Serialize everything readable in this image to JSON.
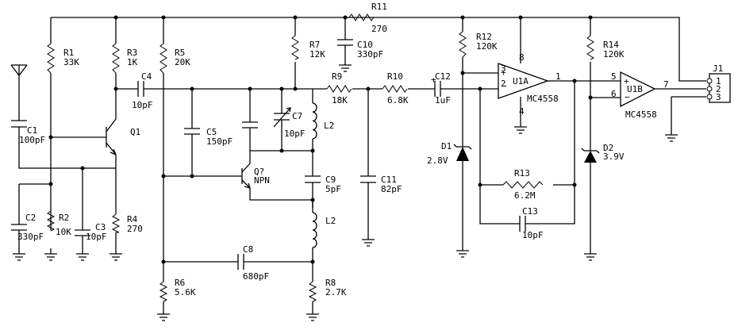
{
  "components": {
    "R11": {
      "ref": "R11",
      "value": "270"
    },
    "R1": {
      "ref": "R1",
      "value": "33K"
    },
    "R3": {
      "ref": "R3",
      "value": "1K"
    },
    "R5": {
      "ref": "R5",
      "value": "20K"
    },
    "R7": {
      "ref": "R7",
      "value": "12K"
    },
    "C10": {
      "ref": "C10",
      "value": "330pF"
    },
    "R12": {
      "ref": "R12",
      "value": "120K"
    },
    "R14": {
      "ref": "R14",
      "value": "120K"
    },
    "C4": {
      "ref": "C4",
      "value": "10pF"
    },
    "R9": {
      "ref": "R9",
      "value": "18K"
    },
    "R10": {
      "ref": "R10",
      "value": "6.8K"
    },
    "C12": {
      "ref": "C12",
      "value": "1uF"
    },
    "C1": {
      "ref": "C1",
      "value": "100pF"
    },
    "Q1": {
      "ref": "Q1"
    },
    "C5": {
      "ref": "C5",
      "value": "150pF"
    },
    "C7": {
      "ref": "C7",
      "value": "10pF"
    },
    "L2a": {
      "ref": "L2"
    },
    "L2b": {
      "ref": "L2"
    },
    "Q2": {
      "ref": "Q?",
      "value": "NPN"
    },
    "C9": {
      "ref": "C9",
      "value": "5pF"
    },
    "C11": {
      "ref": "C11",
      "value": "82pF"
    },
    "D1": {
      "ref": "D1",
      "value": "2.8V"
    },
    "D2": {
      "ref": "D2",
      "value": "3.9V"
    },
    "R13": {
      "ref": "R13",
      "value": "6.2M"
    },
    "C13": {
      "ref": "C13",
      "value": "10pF"
    },
    "C2": {
      "ref": "C2",
      "value": "330pF"
    },
    "R2": {
      "ref": "R2",
      "value": "10K"
    },
    "C3": {
      "ref": "C3",
      "value": "10pF"
    },
    "R4": {
      "ref": "R4",
      "value": "270"
    },
    "C8": {
      "ref": "C8",
      "value": "680pF"
    },
    "R6": {
      "ref": "R6",
      "value": "5.6K"
    },
    "R8": {
      "ref": "R8",
      "value": "2.7K"
    },
    "U1A": {
      "ref": "U1A",
      "part": "MC4558",
      "pin_plus": "3",
      "pin_minus": "2",
      "pin_out": "1",
      "pin_vcc": "8",
      "pin_gnd": "4"
    },
    "U1B": {
      "ref": "U1B",
      "part": "MC4558",
      "pin_plus": "5",
      "pin_minus": "6",
      "pin_out": "7"
    },
    "J1": {
      "ref": "J1",
      "pins": [
        "1",
        "2",
        "3"
      ]
    }
  }
}
